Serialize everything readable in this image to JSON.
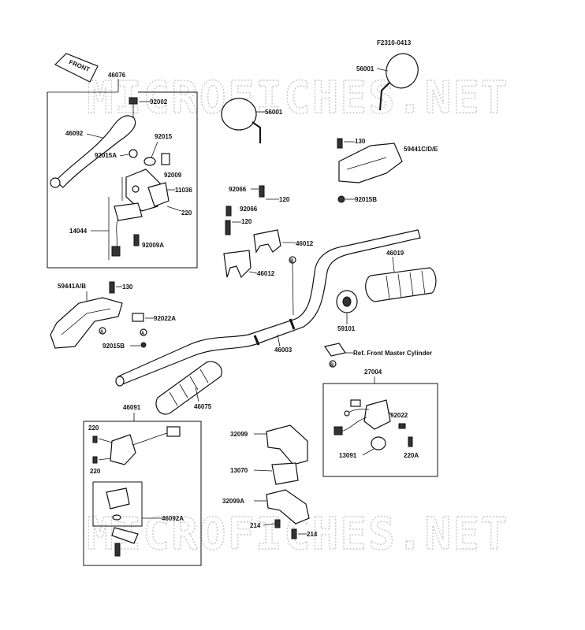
{
  "figure_code": "F2310-0413",
  "watermark": "MICROFICHES.NET",
  "front_tag": "FRONT",
  "labels": {
    "l46076": "46076",
    "l92002": "92002",
    "l46092": "46092",
    "l92015": "92015",
    "l92015A": "92015A",
    "l92009": "92009",
    "l11036": "11036",
    "l220a": "220",
    "l14044": "14044",
    "l92009A": "92009A",
    "l56001a": "56001",
    "l56001b": "56001",
    "l130a": "130",
    "l59441CDE": "59441C/D/E",
    "l92015B_a": "92015B",
    "l92066a": "92066",
    "l120a": "120",
    "l92066b": "92066",
    "l120b": "120",
    "l46012a": "46012",
    "l46012b": "46012",
    "l46019": "46019",
    "l59441AB": "59441A/B",
    "l130b": "130",
    "l92022A": "92022A",
    "l92015B_b": "92015B",
    "l46003": "46003",
    "l59101": "59101",
    "l_refcyl": "Ref. Front Master Cylinder",
    "l27004": "27004",
    "l92022": "92022",
    "l13091": "13091",
    "l220A": "220A",
    "l46075": "46075",
    "l46091": "46091",
    "l220b": "220",
    "l220c": "220",
    "l32099": "32099",
    "l13070": "13070",
    "l32099A": "32099A",
    "l46092A": "46092A",
    "l214a": "214",
    "l214b": "214"
  },
  "markers": {
    "mA1": "A",
    "mA2": "A",
    "mB1": "B",
    "mB2": "B"
  }
}
